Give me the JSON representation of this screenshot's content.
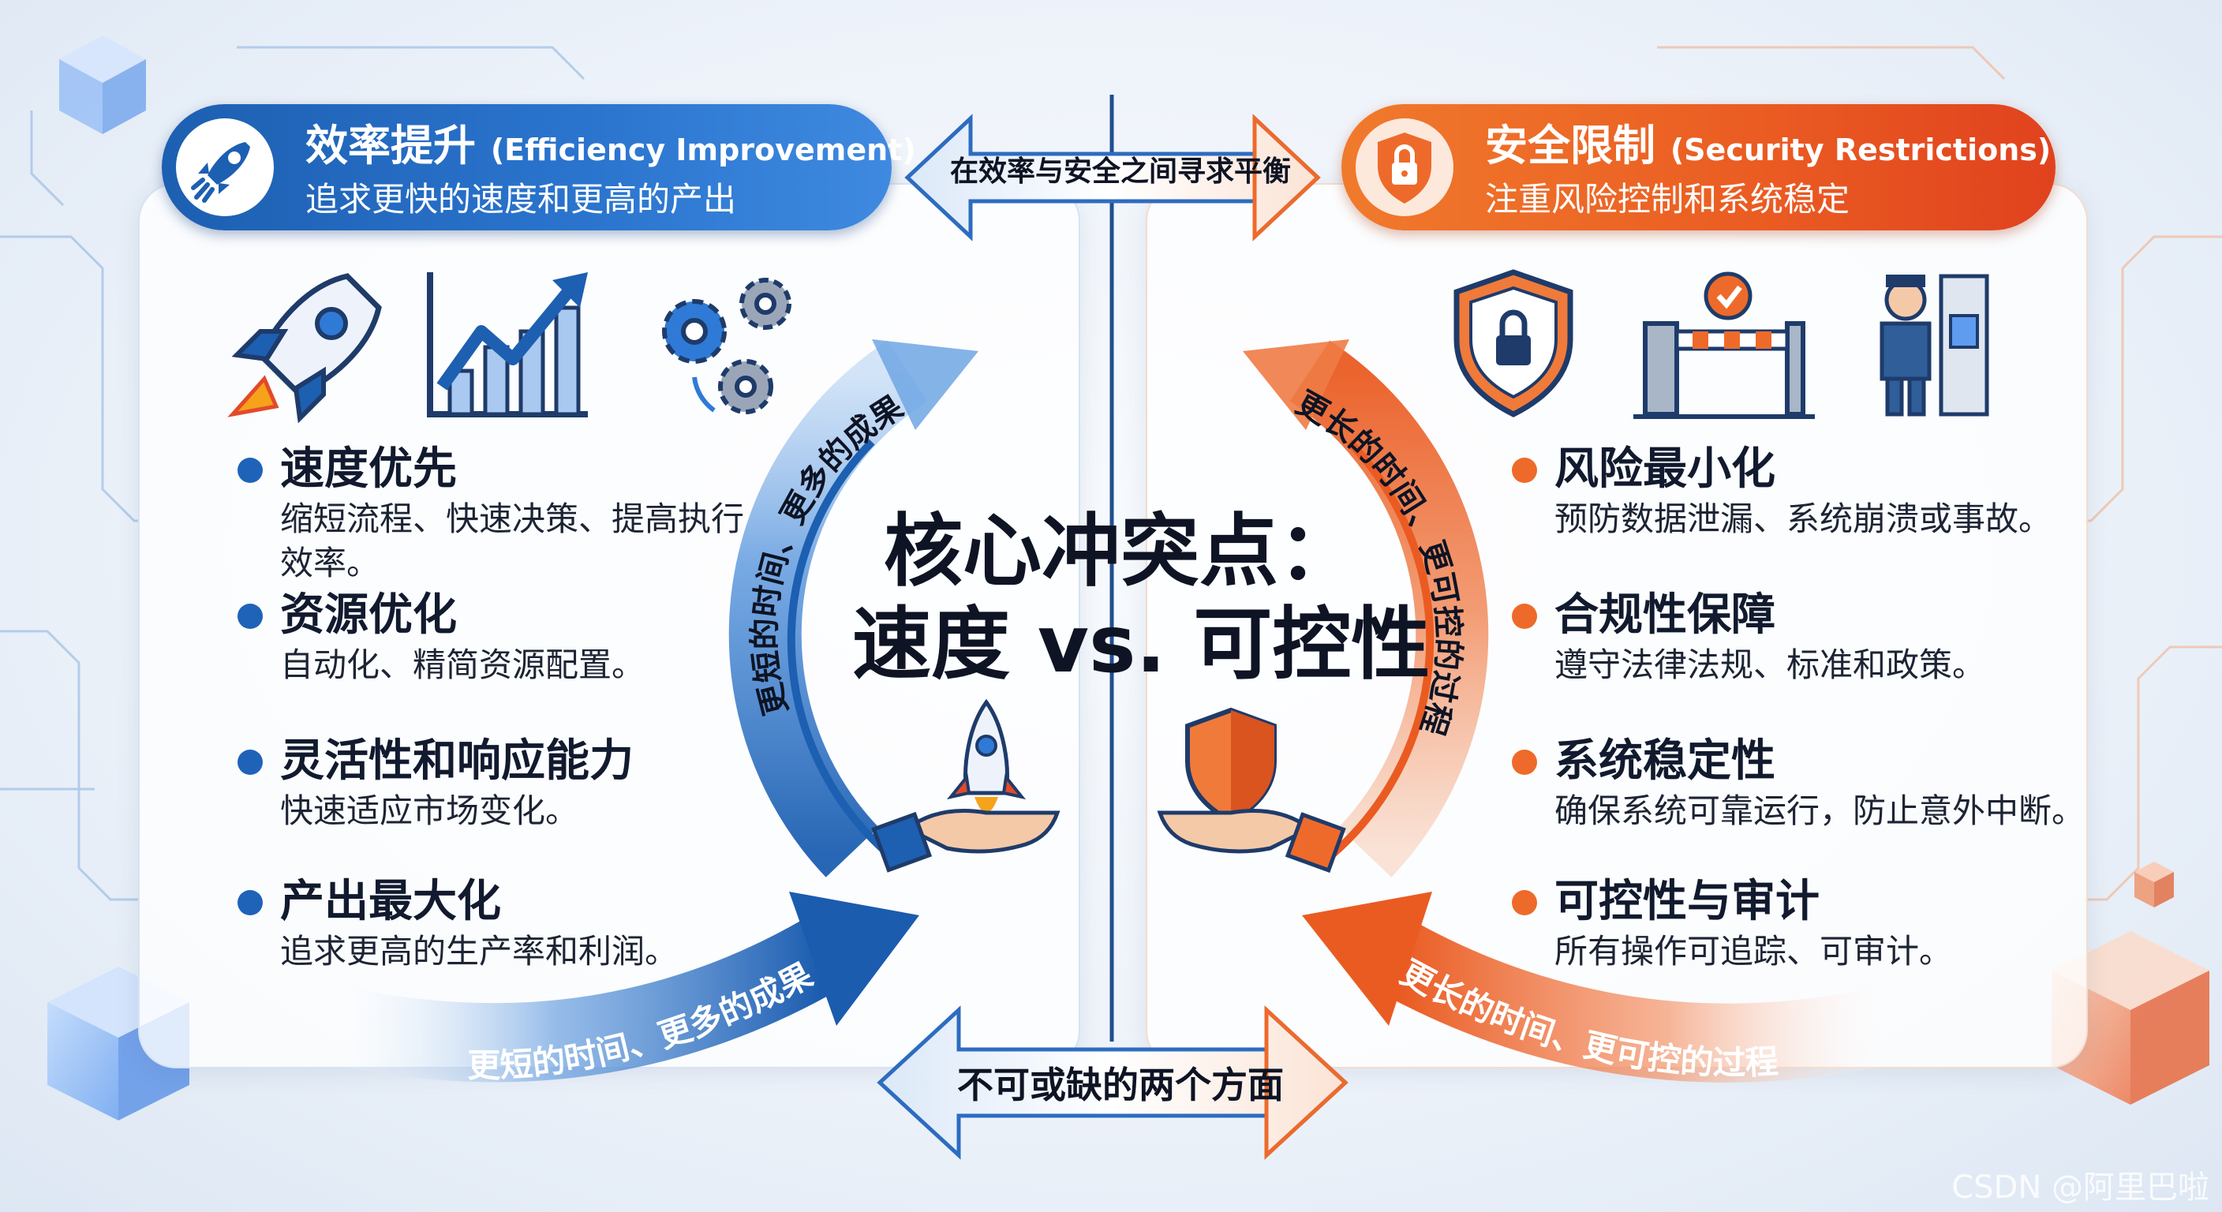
{
  "left_header": {
    "title_cn": "效率提升",
    "title_en": "(Efficiency Improvement)",
    "subtitle": "追求更快的速度和更高的产出",
    "icon": "rocket-icon"
  },
  "right_header": {
    "title_cn": "安全限制",
    "title_en": "(Security Restrictions)",
    "subtitle": "注重风险控制和系统稳定",
    "icon": "lock-icon"
  },
  "left_items": [
    {
      "title": "速度优先",
      "desc": "缩短流程、快速决策、提高执行效率。"
    },
    {
      "title": "资源优化",
      "desc": "自动化、精简资源配置。"
    },
    {
      "title": "灵活性和响应能力",
      "desc": "快速适应市场变化。"
    },
    {
      "title": "产出最大化",
      "desc": "追求更高的生产率和利润。"
    }
  ],
  "right_items": [
    {
      "title": "风险最小化",
      "desc": "预防数据泄漏、系统崩溃或事故。"
    },
    {
      "title": "合规性保障",
      "desc": "遵守法律法规、标准和政策。"
    },
    {
      "title": "系统稳定性",
      "desc": "确保系统可靠运行，防止意外中断。"
    },
    {
      "title": "可控性与审计",
      "desc": "所有操作可追踪、可审计。"
    }
  ],
  "center": {
    "title_line1": "核心冲突点：",
    "title_line2": "速度 vs. 可控性",
    "top_arrow_label": "在效率与安全之间寻求平衡",
    "bottom_arrow_label": "不可或缺的两个方面"
  },
  "curves": {
    "left_arc_label": "更短的时间、更多的成果",
    "left_bottom_label": "更短的时间、更多的成果",
    "right_arc_label": "更长的时间、更可控的过程",
    "right_bottom_label": "更长的时间、更可控的过程"
  },
  "watermark": "CSDN @阿里巴啦",
  "colors": {
    "blue": "#1f63b8",
    "orange": "#ee6a2a",
    "text_dark": "#111a2e"
  }
}
